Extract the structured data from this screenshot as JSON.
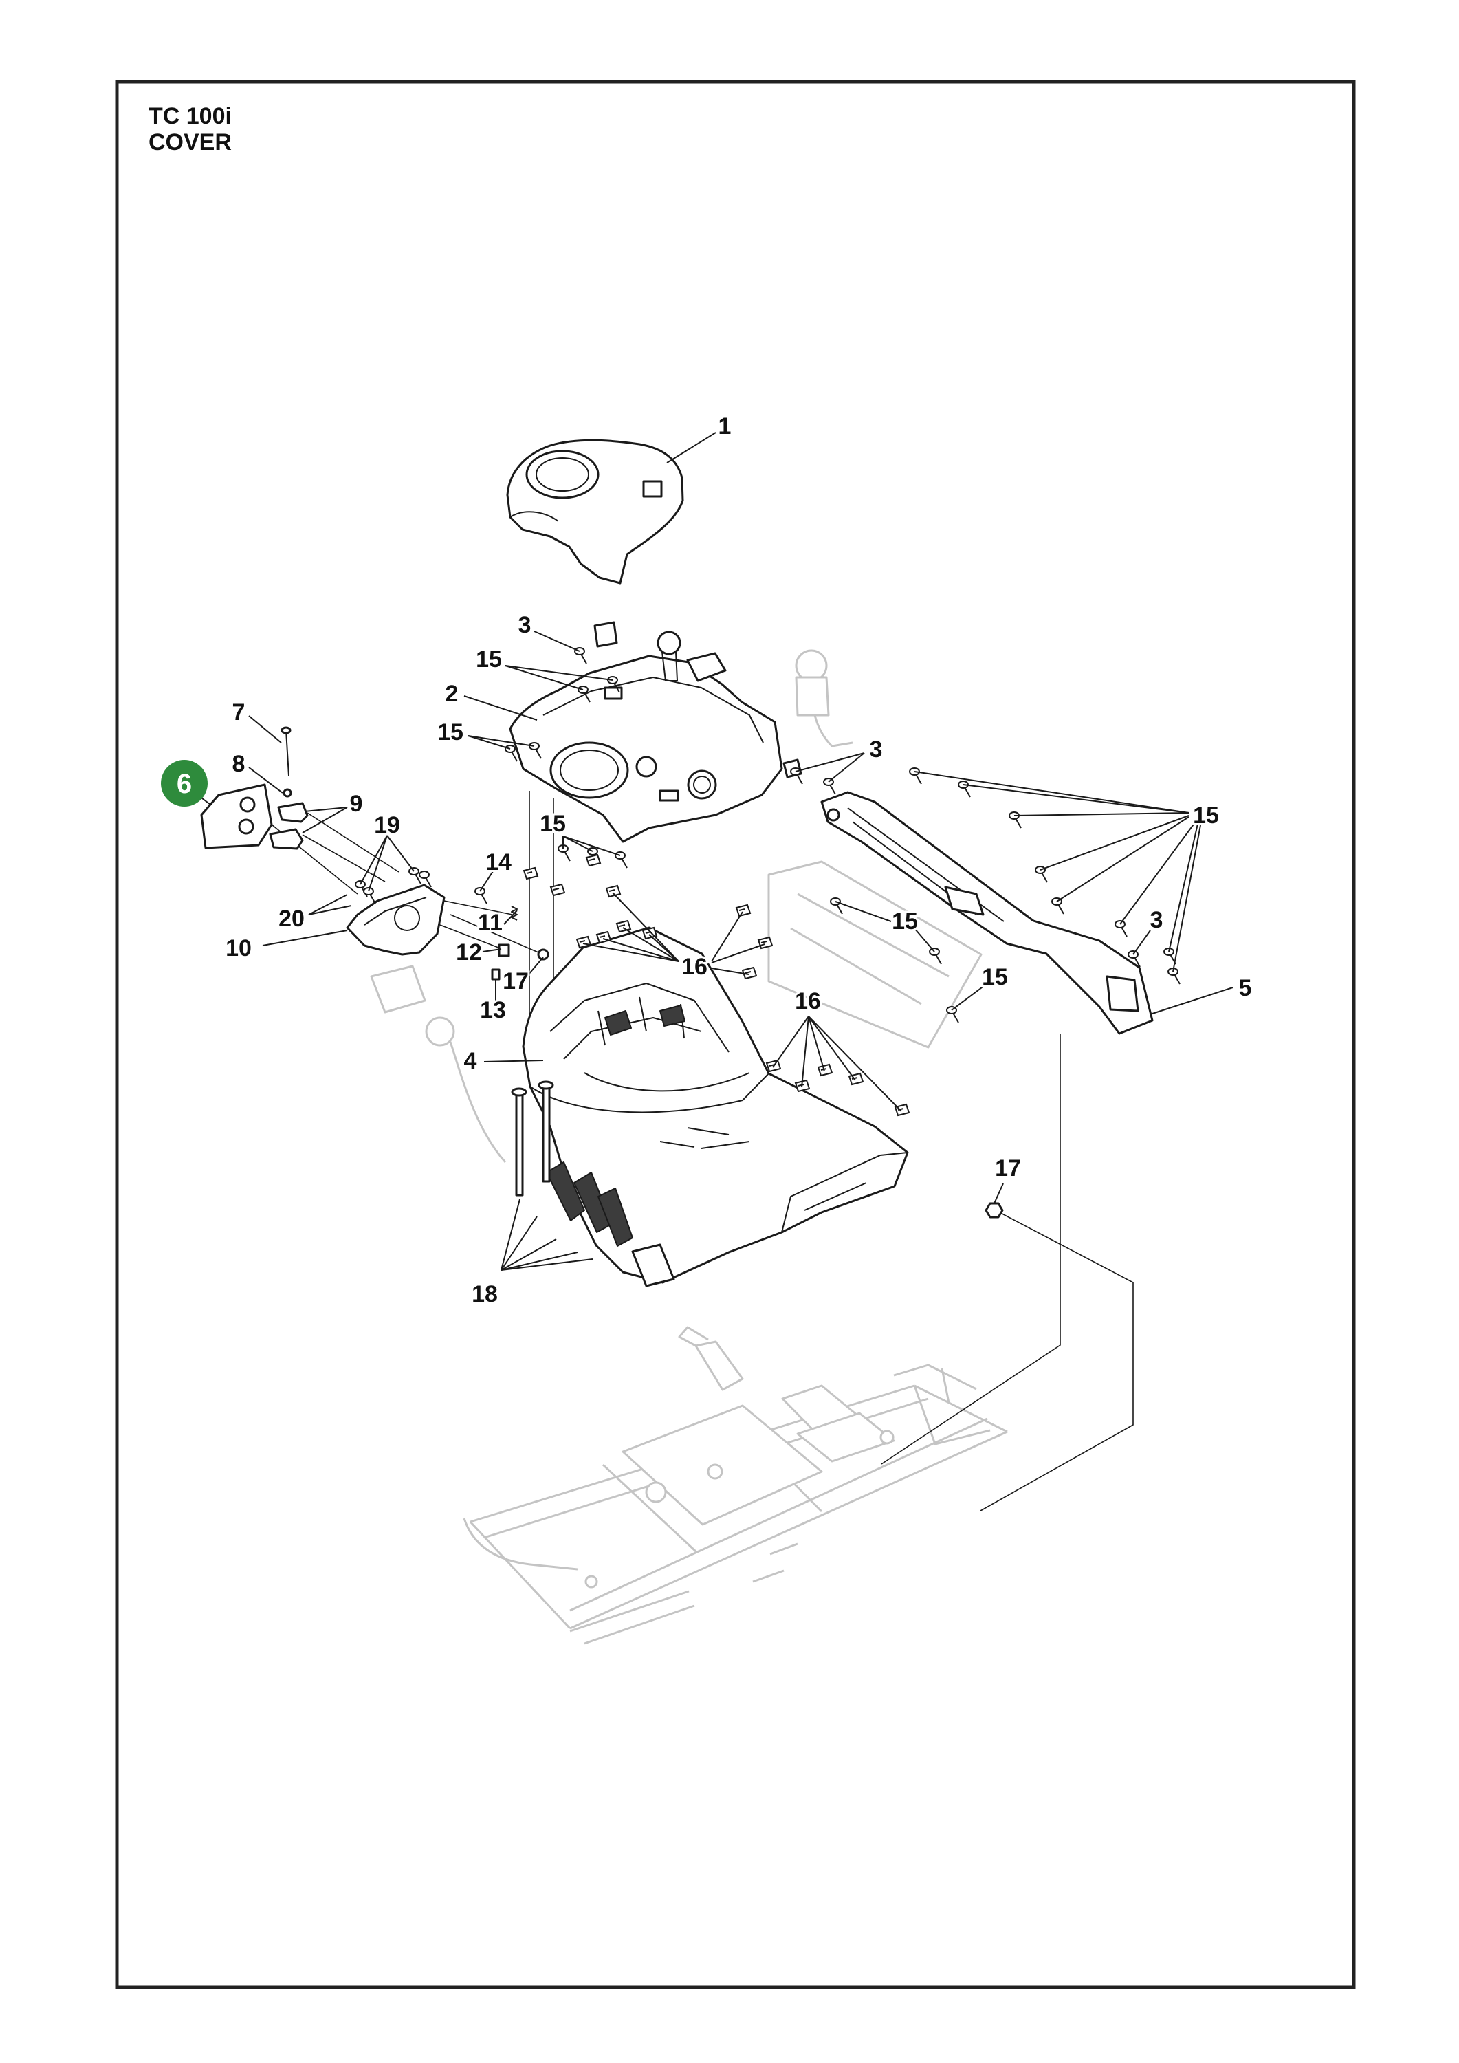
{
  "title": {
    "model": "TC 100i",
    "section": "COVER"
  },
  "highlight": {
    "label": "6",
    "color": "#2e8b3c"
  },
  "callouts": [
    "1",
    "3",
    "15",
    "2",
    "15",
    "7",
    "8",
    "9",
    "19",
    "15",
    "3",
    "15",
    "14",
    "20",
    "10",
    "11",
    "12",
    "17",
    "13",
    "16",
    "15",
    "3",
    "15",
    "16",
    "5",
    "4",
    "17",
    "18"
  ],
  "colors": {
    "line": "#1a1a1a",
    "reference_parts": "#c4c4c4",
    "badge_text": "#ffffff"
  }
}
